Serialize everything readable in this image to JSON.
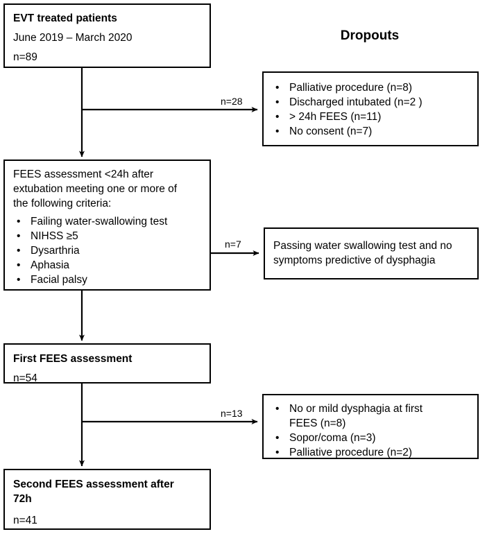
{
  "figure": {
    "type": "flowchart",
    "title_right_column": "Dropouts"
  },
  "main_boxes": [
    {
      "id": "enrollment",
      "heading": "EVT treated patients",
      "period": "June 2019 – March 2020",
      "count": "n=89"
    },
    {
      "id": "fees-criteria",
      "intro_line_1": "FEES assessment <24h after",
      "intro_line_2": "extubation meeting one or more of",
      "intro_line_3": "the following criteria:",
      "criteria": [
        "Failing water-swallowing test",
        "NIHSS ≥5",
        "Dysarthria",
        "Aphasia",
        "Facial palsy"
      ]
    },
    {
      "id": "first-fees",
      "heading": "First FEES assessment",
      "count": "n=54"
    },
    {
      "id": "second-fees",
      "heading_line_1": "Second FEES assessment after",
      "heading_line_2": "72h",
      "count": "n=41"
    }
  ],
  "side_boxes": [
    {
      "id": "dropouts-1",
      "items": [
        "Palliative procedure (n=8)",
        "Discharged intubated (n=2 )",
        "> 24h FEES (n=11)",
        "No consent (n=7)"
      ]
    },
    {
      "id": "excluded-passing",
      "line_1": "Passing water swallowing test and no",
      "line_2": "symptoms predictive of dysphagia"
    },
    {
      "id": "dropouts-2",
      "items": [
        "No or mild dysphagia at first",
        "FEES (n=8)",
        "Sopor/coma (n=3)",
        "Palliative procedure (n=2)"
      ]
    }
  ],
  "edge_labels": {
    "to_dropouts_1": "n=28",
    "to_excluded_passing": "n=7",
    "to_dropouts_2": "n=13"
  },
  "bullet_glyph": "•",
  "colors": {
    "stroke": "#000000",
    "background": "#ffffff",
    "text": "#000000"
  }
}
